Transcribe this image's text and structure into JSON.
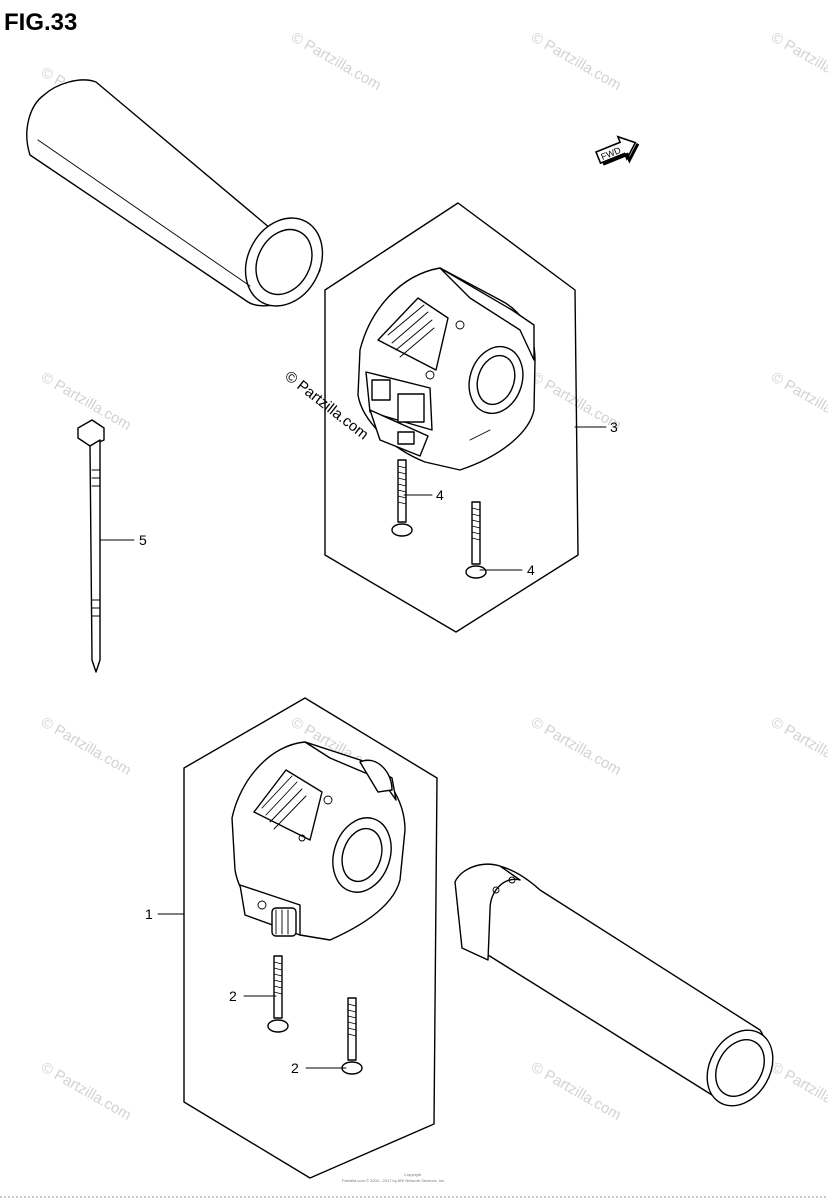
{
  "figure": {
    "title": "FIG.33",
    "fwd_label": "FWD",
    "watermark": "© Partzilla.com",
    "copyright_line1": "Copyright",
    "copyright_line2": "Partzilla.com © 2004 - 2017 by ARI Network Services, Inc."
  },
  "callouts": [
    {
      "id": "1",
      "label": "1"
    },
    {
      "id": "2a",
      "label": "2"
    },
    {
      "id": "2b",
      "label": "2"
    },
    {
      "id": "3",
      "label": "3"
    },
    {
      "id": "4a",
      "label": "4"
    },
    {
      "id": "4b",
      "label": "4"
    },
    {
      "id": "5",
      "label": "5"
    }
  ]
}
